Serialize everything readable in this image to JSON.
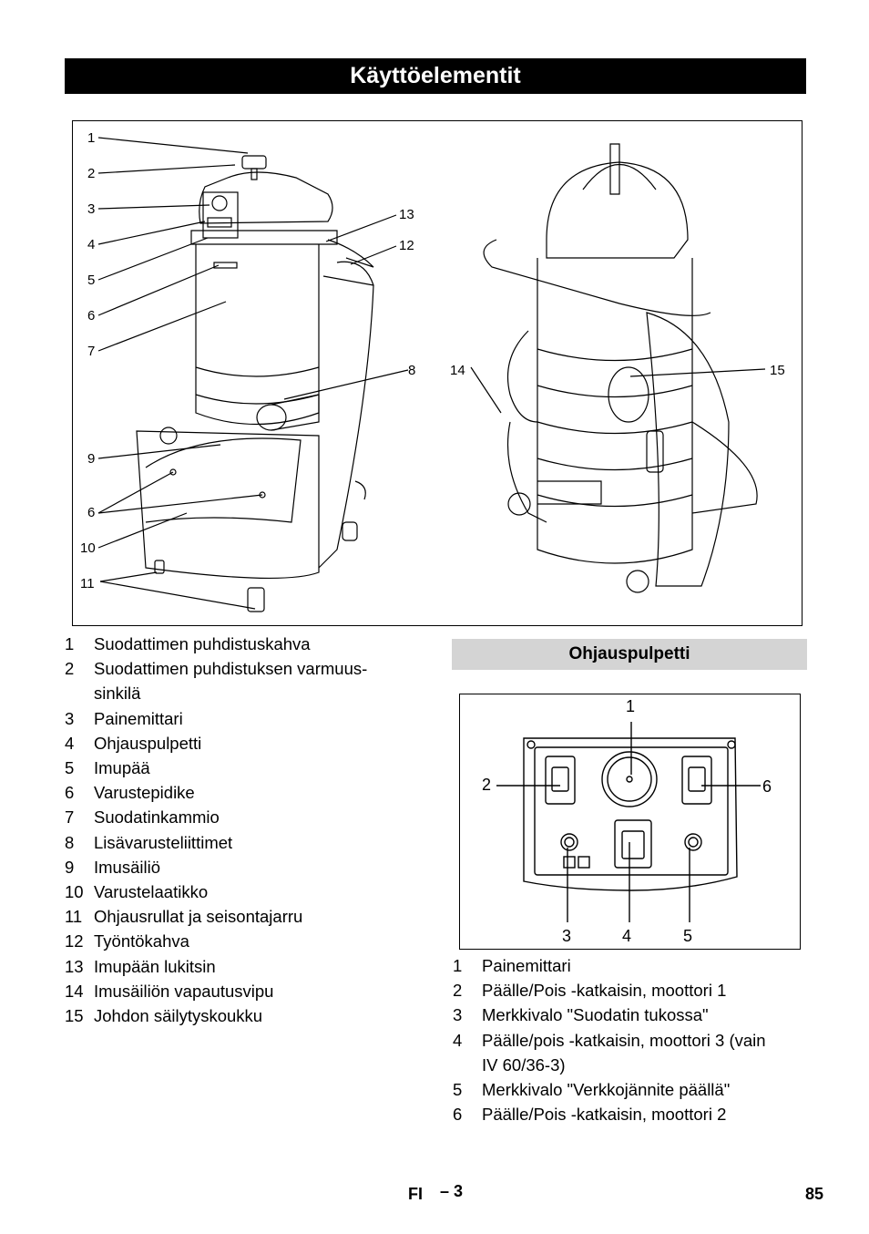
{
  "title": "Käyttöelementit",
  "main_figure": {
    "callouts": [
      "1",
      "2",
      "3",
      "4",
      "5",
      "6",
      "7",
      "6",
      "9",
      "10",
      "11",
      "13",
      "12",
      "8",
      "14",
      "15"
    ]
  },
  "parts_list": [
    {
      "num": "1",
      "text": "Suodattimen puhdistuskahva"
    },
    {
      "num": "2",
      "text": "Suodattimen puhdistuksen varmuus-\nsinkilä"
    },
    {
      "num": "3",
      "text": "Painemittari"
    },
    {
      "num": "4",
      "text": "Ohjauspulpetti"
    },
    {
      "num": "5",
      "text": "Imupää"
    },
    {
      "num": "6",
      "text": "Varustepidike"
    },
    {
      "num": "7",
      "text": "Suodatinkammio"
    },
    {
      "num": "8",
      "text": "Lisävarusteliittimet"
    },
    {
      "num": "9",
      "text": "Imusäiliö"
    },
    {
      "num": "10",
      "text": "Varustelaatikko"
    },
    {
      "num": "11",
      "text": "Ohjausrullat ja seisontajarru"
    },
    {
      "num": "12",
      "text": "Työntökahva"
    },
    {
      "num": "13",
      "text": "Imupään lukitsin"
    },
    {
      "num": "14",
      "text": "Imusäiliön vapautusvipu"
    },
    {
      "num": "15",
      "text": "Johdon säilytyskoukku"
    }
  ],
  "section_heading": "Ohjauspulpetti",
  "panel_figure": {
    "callouts": [
      "1",
      "2",
      "6",
      "3",
      "4",
      "5"
    ]
  },
  "panel_list": [
    {
      "num": "1",
      "text": "Painemittari"
    },
    {
      "num": "2",
      "text": "Päälle/Pois -katkaisin, moottori 1"
    },
    {
      "num": "3",
      "text": "Merkkivalo \"Suodatin tukossa\""
    },
    {
      "num": "4",
      "text": "Päälle/pois -katkaisin, moottori 3 (vain\nIV 60/36-3)"
    },
    {
      "num": "5",
      "text": "Merkkivalo \"Verkkojännite päällä\""
    },
    {
      "num": "6",
      "text": "Päälle/Pois -katkaisin, moottori 2"
    }
  ],
  "footer": {
    "lang": "FI",
    "page_label": "– 3",
    "page_number": "85"
  }
}
